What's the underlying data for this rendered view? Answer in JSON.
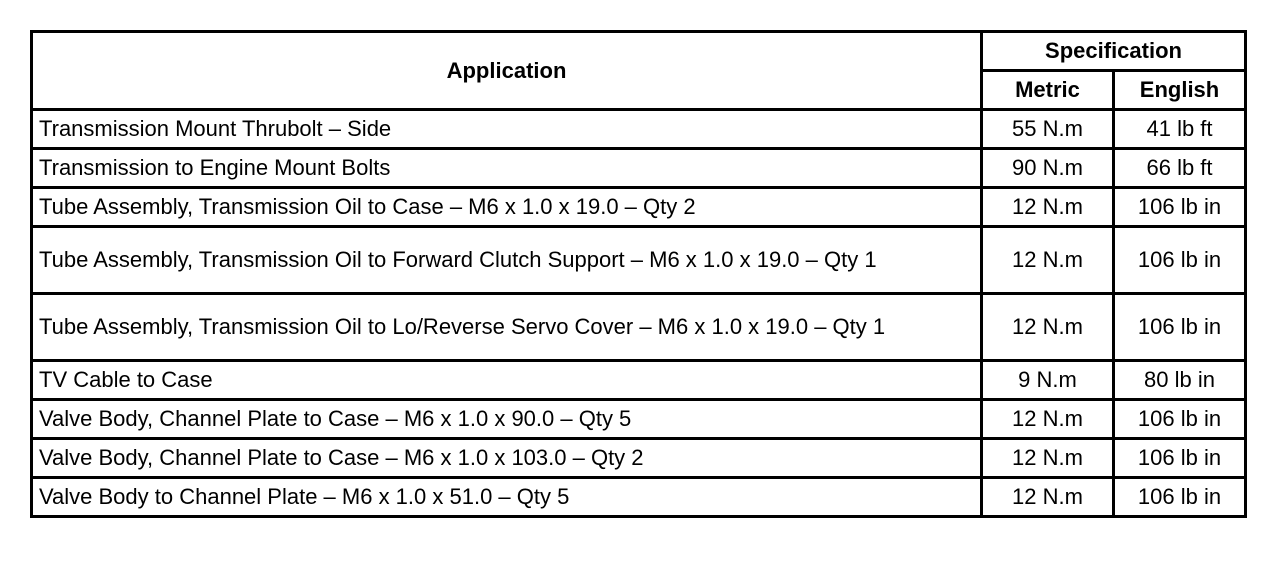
{
  "table": {
    "header": {
      "application": "Application",
      "specification": "Specification",
      "metric": "Metric",
      "english": "English"
    },
    "rows": [
      {
        "application": "Transmission Mount Thrubolt – Side",
        "metric": "55 N.m",
        "english": "41 lb ft"
      },
      {
        "application": "Transmission to Engine Mount Bolts",
        "metric": "90 N.m",
        "english": "66 lb ft"
      },
      {
        "application": "Tube Assembly, Transmission Oil to Case – M6 x 1.0 x 19.0 – Qty 2",
        "metric": "12 N.m",
        "english": "106 lb in"
      },
      {
        "application": "Tube Assembly, Transmission Oil to Forward Clutch Support – M6 x 1.0 x 19.0 – Qty 1",
        "metric": "12 N.m",
        "english": "106 lb in"
      },
      {
        "application": "Tube Assembly, Transmission Oil to Lo/Reverse Servo Cover – M6 x 1.0 x 19.0 – Qty 1",
        "metric": "12 N.m",
        "english": "106 lb in"
      },
      {
        "application": "TV Cable to Case",
        "metric": "9 N.m",
        "english": "80 lb in"
      },
      {
        "application": "Valve Body, Channel Plate to Case – M6 x 1.0 x 90.0 – Qty 5",
        "metric": "12 N.m",
        "english": "106 lb in"
      },
      {
        "application": "Valve Body, Channel Plate to Case – M6 x 1.0 x 103.0 – Qty 2",
        "metric": "12 N.m",
        "english": "106 lb in"
      },
      {
        "application": "Valve Body to Channel Plate – M6 x 1.0 x 51.0 – Qty 5",
        "metric": "12 N.m",
        "english": "106 lb in"
      }
    ]
  }
}
